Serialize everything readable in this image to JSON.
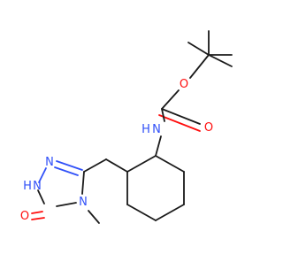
{
  "molecule": {
    "atom_labels": {
      "amide_n": "N",
      "amide_h": "H",
      "ester_o": "O",
      "carbonyl_o": "O",
      "triazole_n_top": "N",
      "triazole_nh": "N",
      "triazole_nh_h": "H",
      "triazole_n_methyl": "N",
      "ketone_o": "O"
    },
    "colors": {
      "carbon": "#1a1a1a",
      "nitrogen": "#3050f8",
      "oxygen": "#ff0d0d"
    }
  }
}
